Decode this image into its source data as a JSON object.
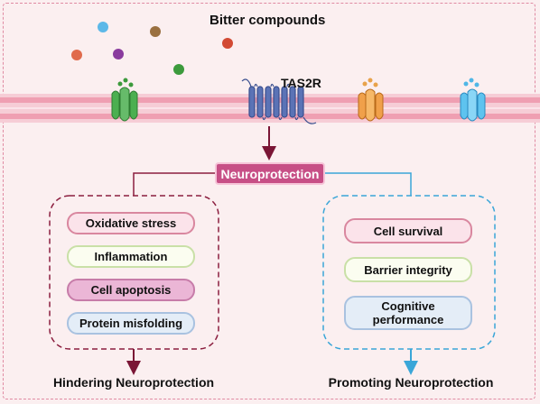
{
  "title": "Bitter compounds",
  "receptor_label": "TAS2R",
  "center_label": "Neuroprotection",
  "hindering": {
    "items": [
      "Oxidative stress",
      "Inflammation",
      "Cell apoptosis",
      "Protein misfolding"
    ],
    "caption": "Hindering Neuroprotection"
  },
  "promoting": {
    "items": [
      "Cell survival",
      "Barrier integrity",
      "Cognitive\nperformance"
    ],
    "caption": "Promoting Neuroprotection"
  },
  "colors": {
    "background": "#fbeff0",
    "membrane": "#f2b9c6",
    "center_box": "#c74f86",
    "hindering_line": "#8b1e3f",
    "promoting_line": "#3aa6d8",
    "receptor_blue": "#5b73b6"
  },
  "compounds": [
    "blue",
    "brown",
    "orange",
    "purple",
    "green",
    "red"
  ]
}
